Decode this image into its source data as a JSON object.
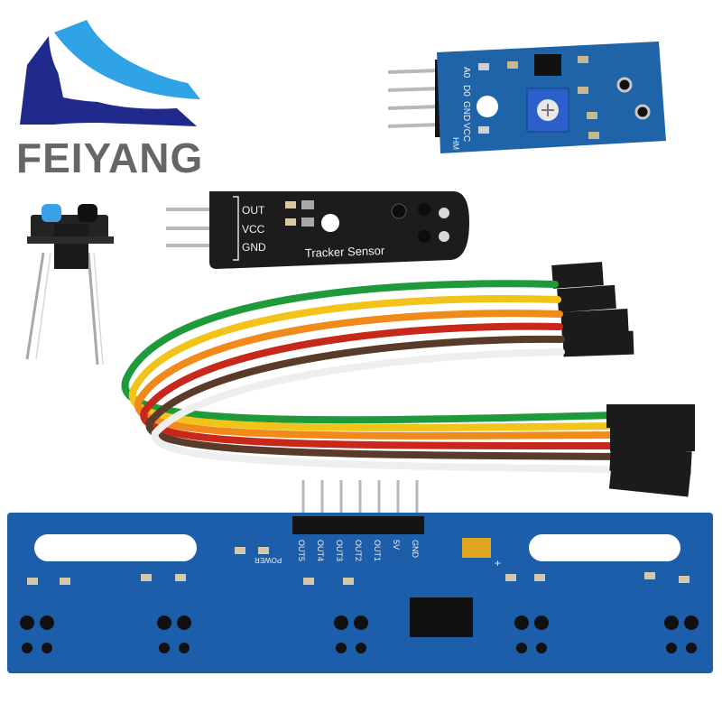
{
  "brand": {
    "name": "FEIYANG",
    "logo_colors": {
      "navy": "#1f2a8c",
      "sky": "#2fa3e6"
    },
    "text_color": "#666666"
  },
  "tracker_sensor": {
    "pins": [
      "OUT",
      "VCC",
      "GND"
    ],
    "title": "Tracker Sensor",
    "board_color": "#1c1c1c"
  },
  "sensor_module": {
    "pins": [
      "A0",
      "D0",
      "GND",
      "VCC"
    ],
    "side_label": "HM",
    "board_color": "#1f63a8"
  },
  "jumper_cable": {
    "wire_colors": [
      "#1e9a3a",
      "#f2c318",
      "#f08a1a",
      "#c8281c",
      "#5a3a2a",
      "#eeeeee"
    ]
  },
  "line_array_board": {
    "header_pins": [
      "OUT5",
      "OUT4",
      "OUT3",
      "OUT2",
      "OUT1",
      "5V",
      "GND"
    ],
    "power_label": "POWER",
    "plus_label": "+",
    "board_color": "#1d5eab"
  }
}
